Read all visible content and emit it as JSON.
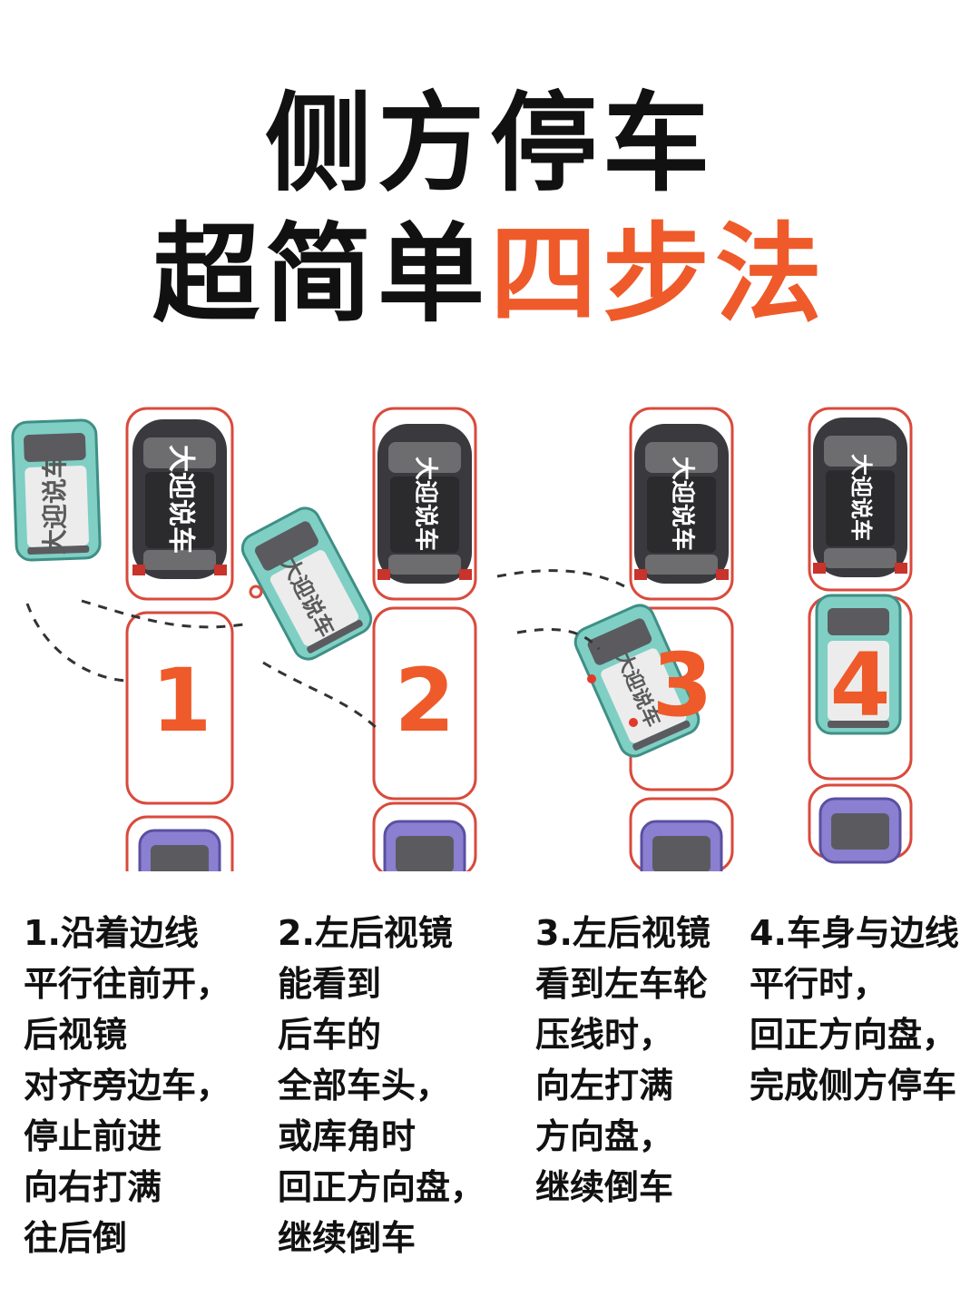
{
  "title": {
    "line1": "侧方停车",
    "line2_plain": "超简单",
    "line2_accent": "四步法"
  },
  "car_label": "大迎说车",
  "step_numbers": [
    "1",
    "2",
    "3",
    "4"
  ],
  "steps": [
    "1.沿着边线\n平行往前开，\n后视镜\n对齐旁边车，\n停止前进\n向右打满\n往后倒",
    "2.左后视镜\n能看到\n后车的\n全部车头，\n或库角时\n回正方向盘，\n继续倒车",
    "3.左后视镜\n看到左车轮\n压线时，\n向左打满\n方向盘，\n继续倒车",
    "4.车身与边线\n平行时，\n回正方向盘，\n完成侧方停车"
  ],
  "colors": {
    "accent": "#ef5a2a",
    "slot_border": "#d94a3c",
    "teal_car": "#7fcfc4",
    "dark_car": "#3a3a3e",
    "purple_car": "#8a7fd0"
  }
}
